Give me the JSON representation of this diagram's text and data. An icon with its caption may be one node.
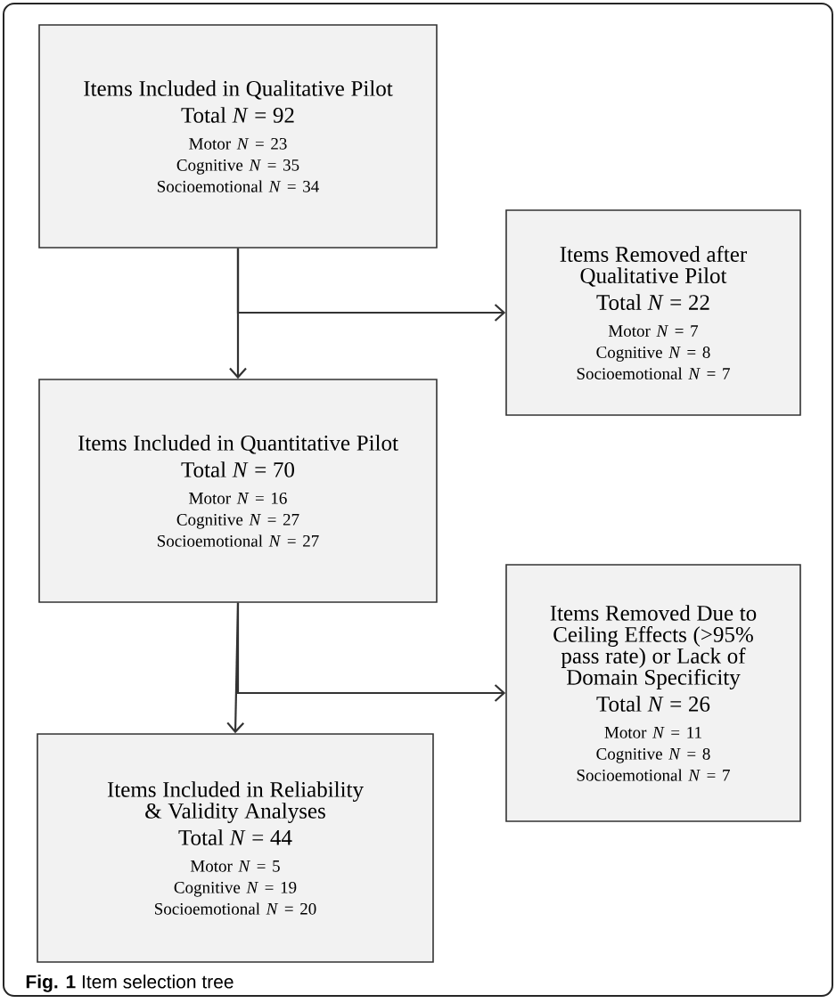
{
  "diagram": {
    "nodes": [
      {
        "text": [
          "Items Included in Qualitative Pilot",
          "Total *N* = 92",
          "Motor *N* = 23",
          "Cognitive *N* = 35",
          "Socioemotional *N* = 34"
        ]
      },
      {
        "text": [
          "Items Removed after Qualitative Pilot",
          "Total *N* = 22",
          "Motor *N* = 7",
          "Cognitive *N* = 8",
          "Socioemotional *N* = 7"
        ]
      },
      {
        "text": [
          "Items Included in Quantitative Pilot",
          "Total *N* = 70",
          "Motor *N* = 16",
          "Cognitive *N* = 27",
          "Socioemotional *N* = 27"
        ]
      },
      {
        "text": [
          "Items Removed Due to Ceiling Effects (>95% pass rate) or Lack of Domain Specificity",
          "Total *N* = 26",
          "Motor *N* = 11",
          "Cognitive *N* = 8",
          "Socioemotional *N* = 7"
        ]
      },
      {
        "text": [
          "Items Included in Reliability & Validity Analyses",
          "Total *N* = 44",
          "Motor *N* = 5",
          "Cognitive *N* = 19",
          "Socioemotional *N* = 20"
        ]
      }
    ],
    "edges": [
      {
        "from": 0,
        "to": 2,
        "arrow": "to"
      },
      {
        "from": 0,
        "to": 1,
        "arrow": "to"
      },
      {
        "from": 2,
        "to": 4,
        "arrow": "to"
      },
      {
        "from": 2,
        "to": 3,
        "arrow": "to"
      }
    ],
    "caption": "**Fig. 1** Item selection tree"
  }
}
